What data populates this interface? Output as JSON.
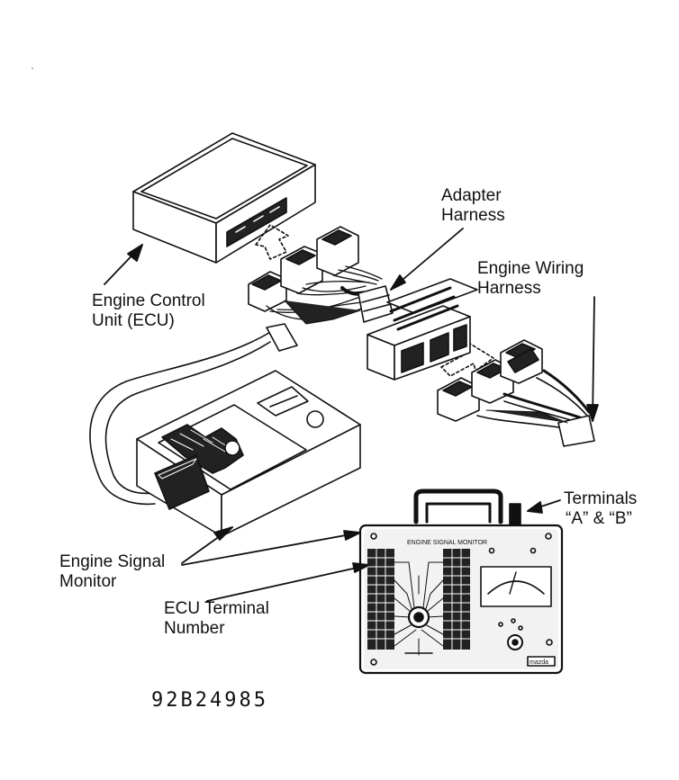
{
  "labels": {
    "adapter_line1": "Adapter",
    "adapter_line2": "Harness",
    "ecu_line1": "Engine Control",
    "ecu_line2": "Unit (ECU)",
    "wiring_line1": "Engine Wiring",
    "wiring_line2": "Harness",
    "terminals_line1": "Terminals",
    "terminals_line2": "“A” & “B”",
    "esm_line1": "Engine Signal",
    "esm_line2": "Monitor",
    "ecu_terminal_line1": "ECU Terminal",
    "ecu_terminal_line2": "Number"
  },
  "panel": {
    "title": "ENGINE SIGNAL MONITOR",
    "brand": "mazda"
  },
  "figure_number": "92B24985"
}
